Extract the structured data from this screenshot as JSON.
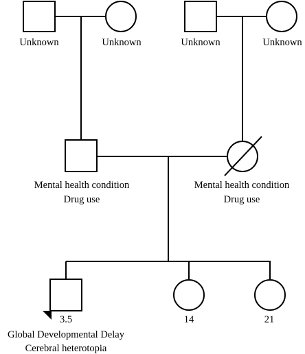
{
  "pedigree": {
    "generation1": {
      "paternal_grandfather": {
        "sex": "male",
        "label": "Unknown"
      },
      "paternal_grandmother": {
        "sex": "female",
        "label": "Unknown"
      },
      "maternal_grandfather": {
        "sex": "male",
        "label": "Unknown"
      },
      "maternal_grandmother": {
        "sex": "female",
        "label": "Unknown"
      }
    },
    "generation2": {
      "father": {
        "sex": "male",
        "lines": [
          "Mental health condition",
          "Drug use"
        ]
      },
      "mother": {
        "sex": "female",
        "deceased": true,
        "lines": [
          "Mental health condition",
          "Drug use"
        ]
      }
    },
    "generation3": {
      "proband": {
        "sex": "male",
        "proband_marker": true,
        "age": "3.5",
        "lines": [
          "Global Developmental Delay",
          "Cerebral heterotopia"
        ]
      },
      "sibling1": {
        "sex": "female",
        "age": "14"
      },
      "sibling2": {
        "sex": "female",
        "age": "21"
      }
    }
  }
}
